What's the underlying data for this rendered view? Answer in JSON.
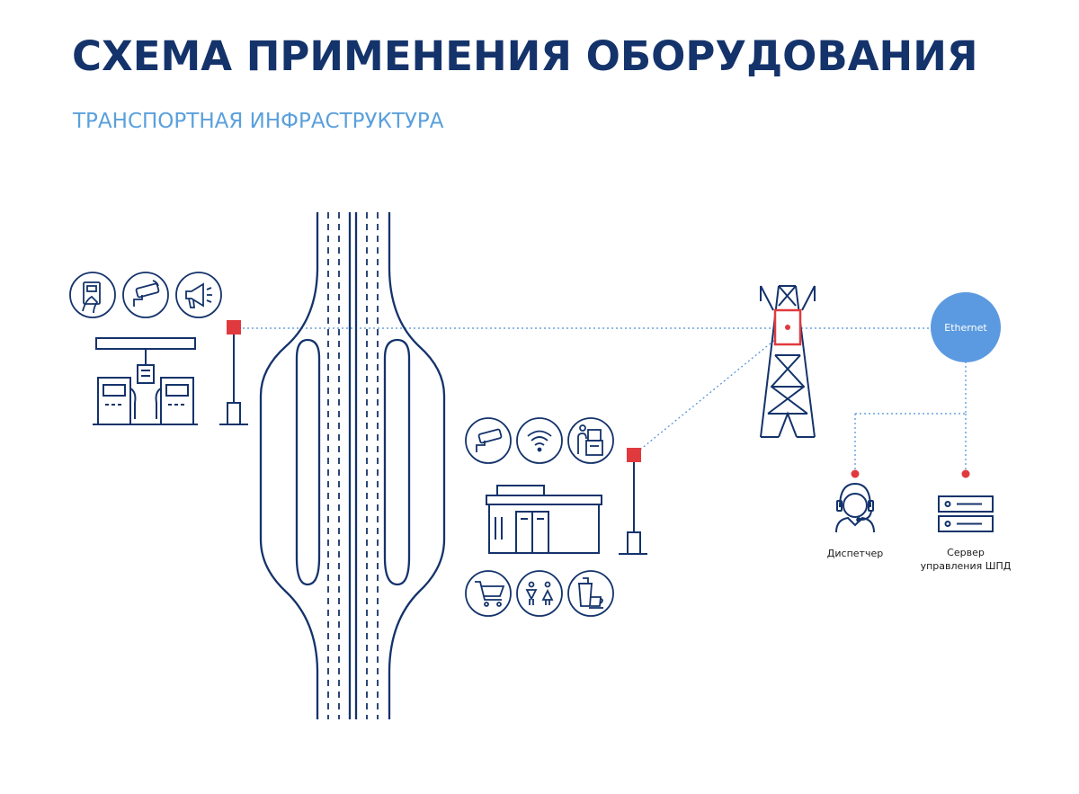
{
  "title": "СХЕМА ПРИМЕНЕНИЯ ОБОРУДОВАНИЯ",
  "subtitle": "ТРАНСПОРТНАЯ ИНФРАСТРУКТУРА",
  "network": {
    "ethernet_label": "Ethernet"
  },
  "endpoints": {
    "dispatcher_label": "Диспетчер",
    "server_label_line1": "Сервер",
    "server_label_line2": "управления ШПД"
  },
  "colors": {
    "navy": "#14336b",
    "light_blue": "#5aa0dc",
    "red": "#e03a3e",
    "ethernet_fill": "#5b9ae0",
    "link_line": "#4a8fd8"
  },
  "icons": {
    "gas_station_services": [
      "card-payment-icon",
      "cctv-camera-icon",
      "loudspeaker-icon"
    ],
    "roadside_services_top": [
      "cctv-camera-icon",
      "wifi-icon",
      "terminal-kiosk-icon"
    ],
    "roadside_services_bottom": [
      "shopping-cart-icon",
      "restroom-icon",
      "coffee-icon"
    ]
  }
}
